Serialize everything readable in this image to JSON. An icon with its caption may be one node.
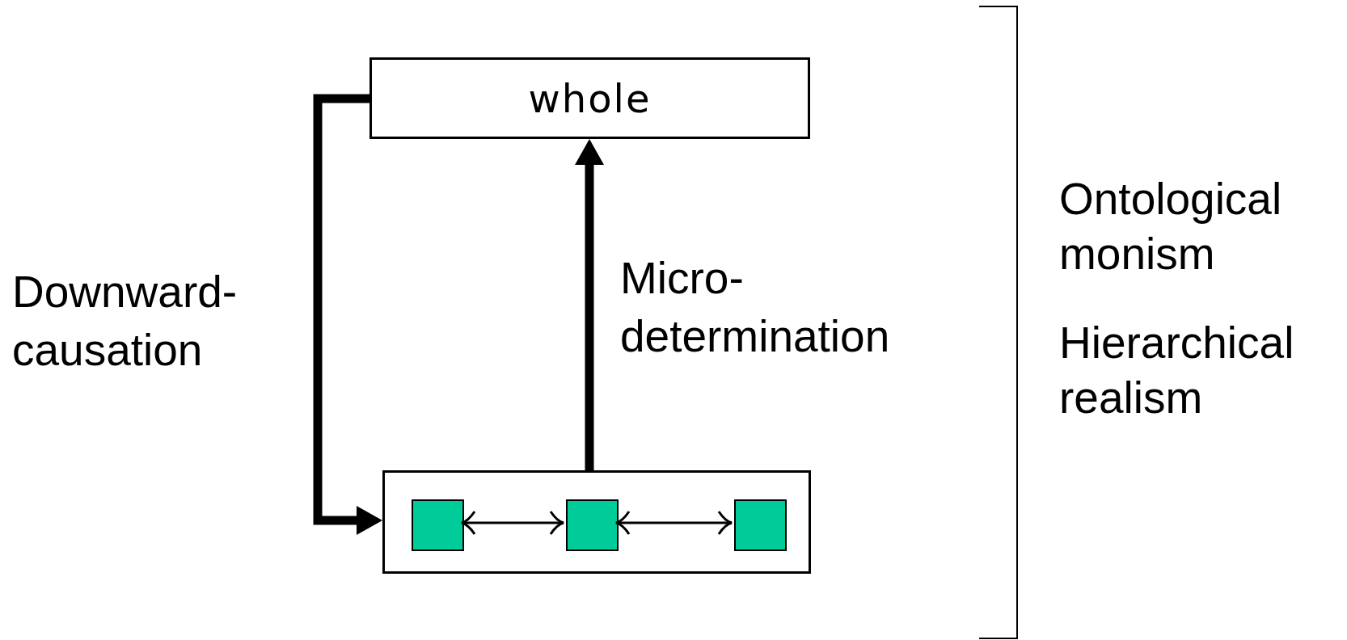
{
  "diagram": {
    "nodes": [
      {
        "text": [
          "whole"
        ]
      },
      {
        "text": [],
        "shape": "box"
      },
      {
        "text": [],
        "shape": "box",
        "in": 1
      },
      {
        "text": [],
        "shape": "box",
        "in": 1
      },
      {
        "text": [],
        "shape": "box",
        "in": 1
      }
    ],
    "edges": [
      {
        "from": 1,
        "to": 0,
        "arrow": "to",
        "label": "Micro-determination",
        "style": "thick"
      },
      {
        "from": 0,
        "to": 1,
        "arrow": "to",
        "label": "Downward-causation",
        "style": "thick"
      },
      {
        "from": 2,
        "to": 3,
        "arrow": "both"
      },
      {
        "from": 3,
        "to": 4,
        "arrow": "both"
      }
    ],
    "labels": [
      "Ontological monism",
      "Hierarchical realism"
    ]
  }
}
